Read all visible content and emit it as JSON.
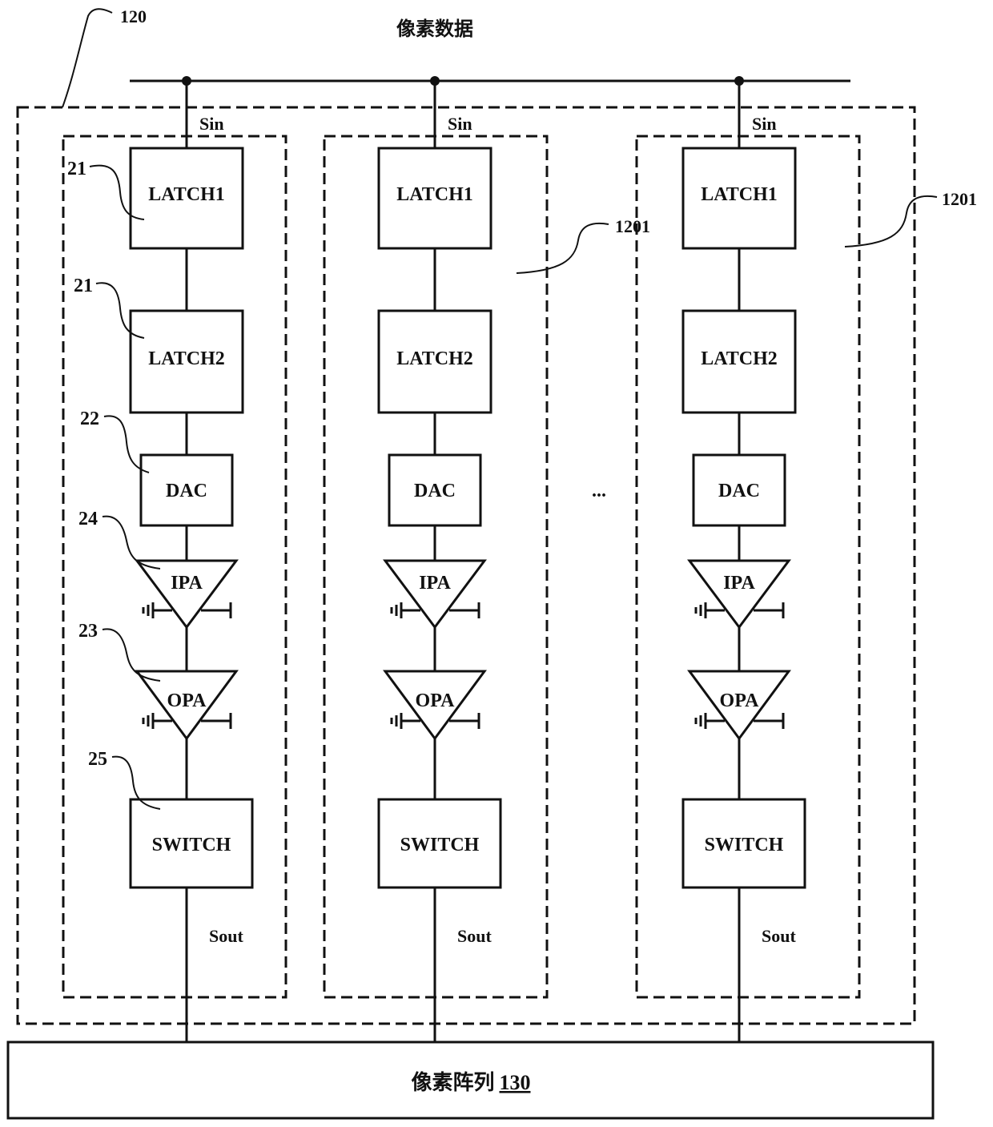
{
  "title": "像素数据",
  "outer_block_label": "120",
  "pixel_array": {
    "label": "像素阵列",
    "number": "130"
  },
  "ellipsis": "...",
  "channel_label": "1201",
  "columns": [
    {
      "sin": "Sin",
      "sout": "Sout",
      "blocks": {
        "latch1": "LATCH1",
        "latch2": "LATCH2",
        "dac": "DAC",
        "ipa": "IPA",
        "opa": "OPA",
        "switch": "SWITCH"
      },
      "refs": {
        "latch1": "21",
        "latch2": "21",
        "dac": "22",
        "ipa": "24",
        "opa": "23",
        "switch": "25"
      }
    },
    {
      "sin": "Sin",
      "sout": "Sout",
      "blocks": {
        "latch1": "LATCH1",
        "latch2": "LATCH2",
        "dac": "DAC",
        "ipa": "IPA",
        "opa": "OPA",
        "switch": "SWITCH"
      }
    },
    {
      "sin": "Sin",
      "sout": "Sout",
      "blocks": {
        "latch1": "LATCH1",
        "latch2": "LATCH2",
        "dac": "DAC",
        "ipa": "IPA",
        "opa": "OPA",
        "switch": "SWITCH"
      }
    }
  ]
}
